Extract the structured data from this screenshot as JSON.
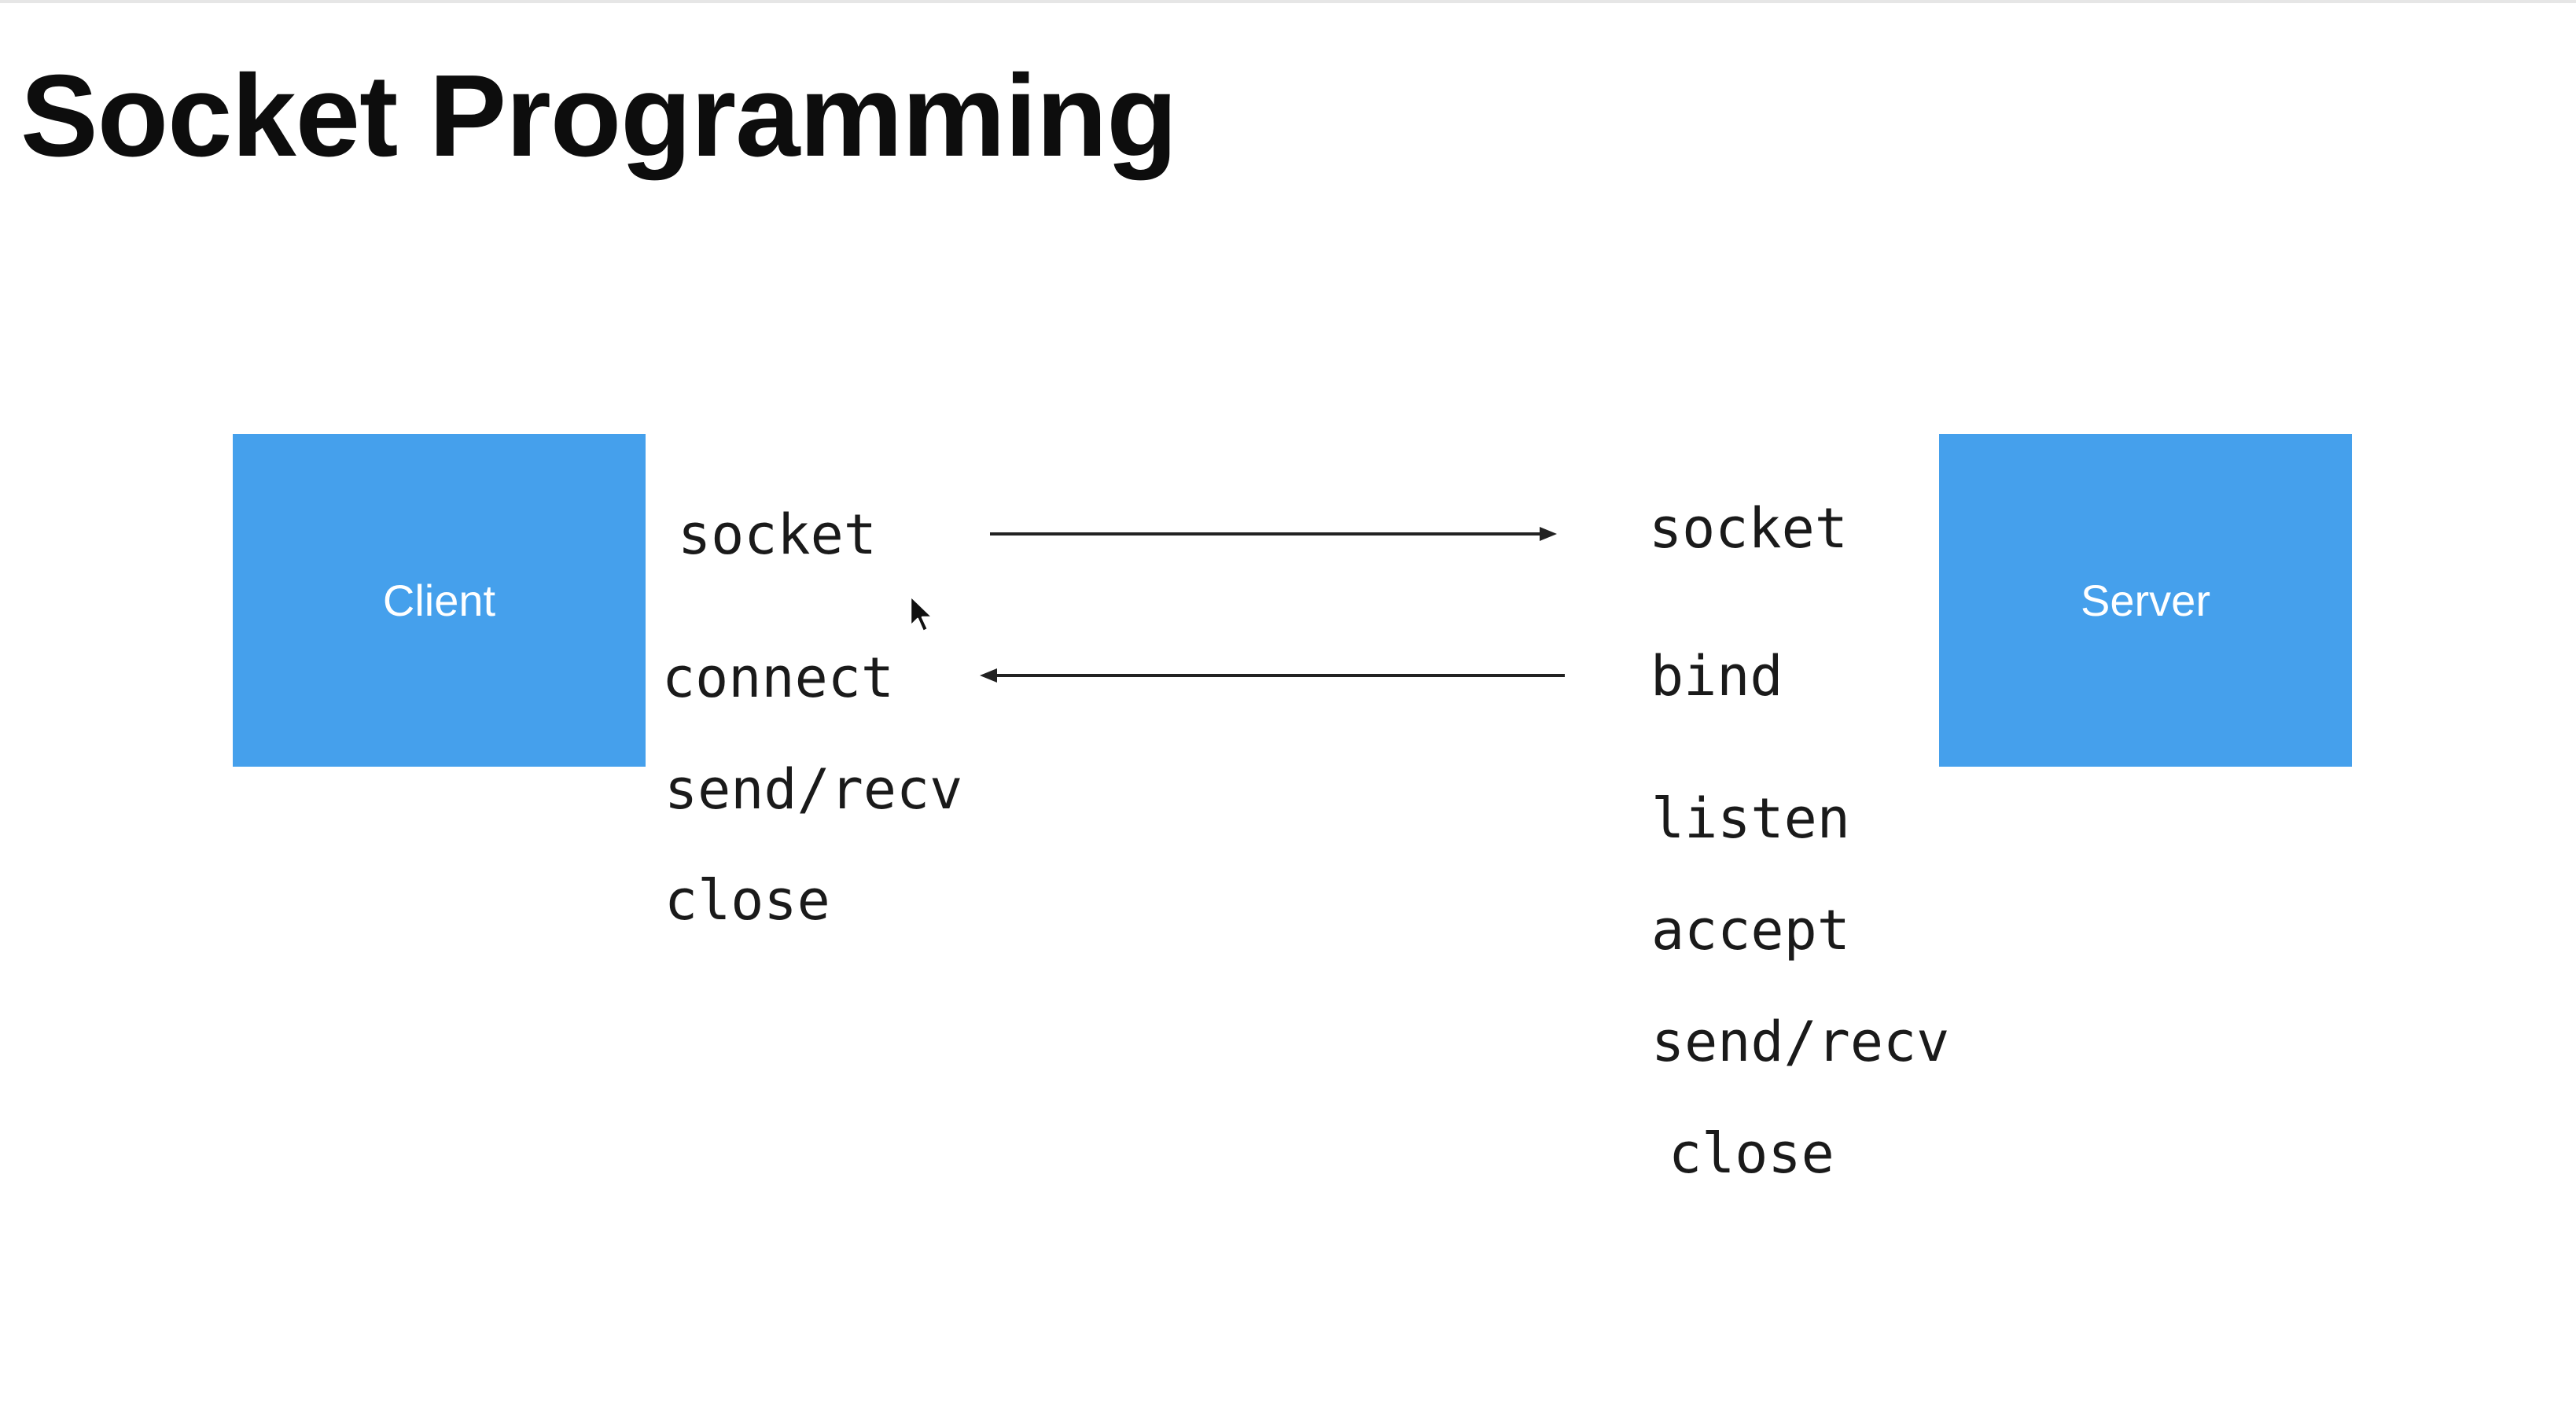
{
  "title": "Socket Programming",
  "client": {
    "label": "Client",
    "color": "#45a0ec",
    "steps": [
      "socket",
      "connect",
      "send/recv",
      "close"
    ]
  },
  "server": {
    "label": "Server",
    "color": "#45a0ec",
    "steps": [
      "socket",
      "bind",
      "listen",
      "accept",
      "send/recv",
      "close"
    ]
  },
  "arrows": [
    {
      "from": "client.socket",
      "to": "server.socket",
      "direction": "right"
    },
    {
      "from": "server.bind",
      "to": "client.connect",
      "direction": "left"
    }
  ],
  "icons": {
    "cursor": "mouse-pointer-icon"
  }
}
